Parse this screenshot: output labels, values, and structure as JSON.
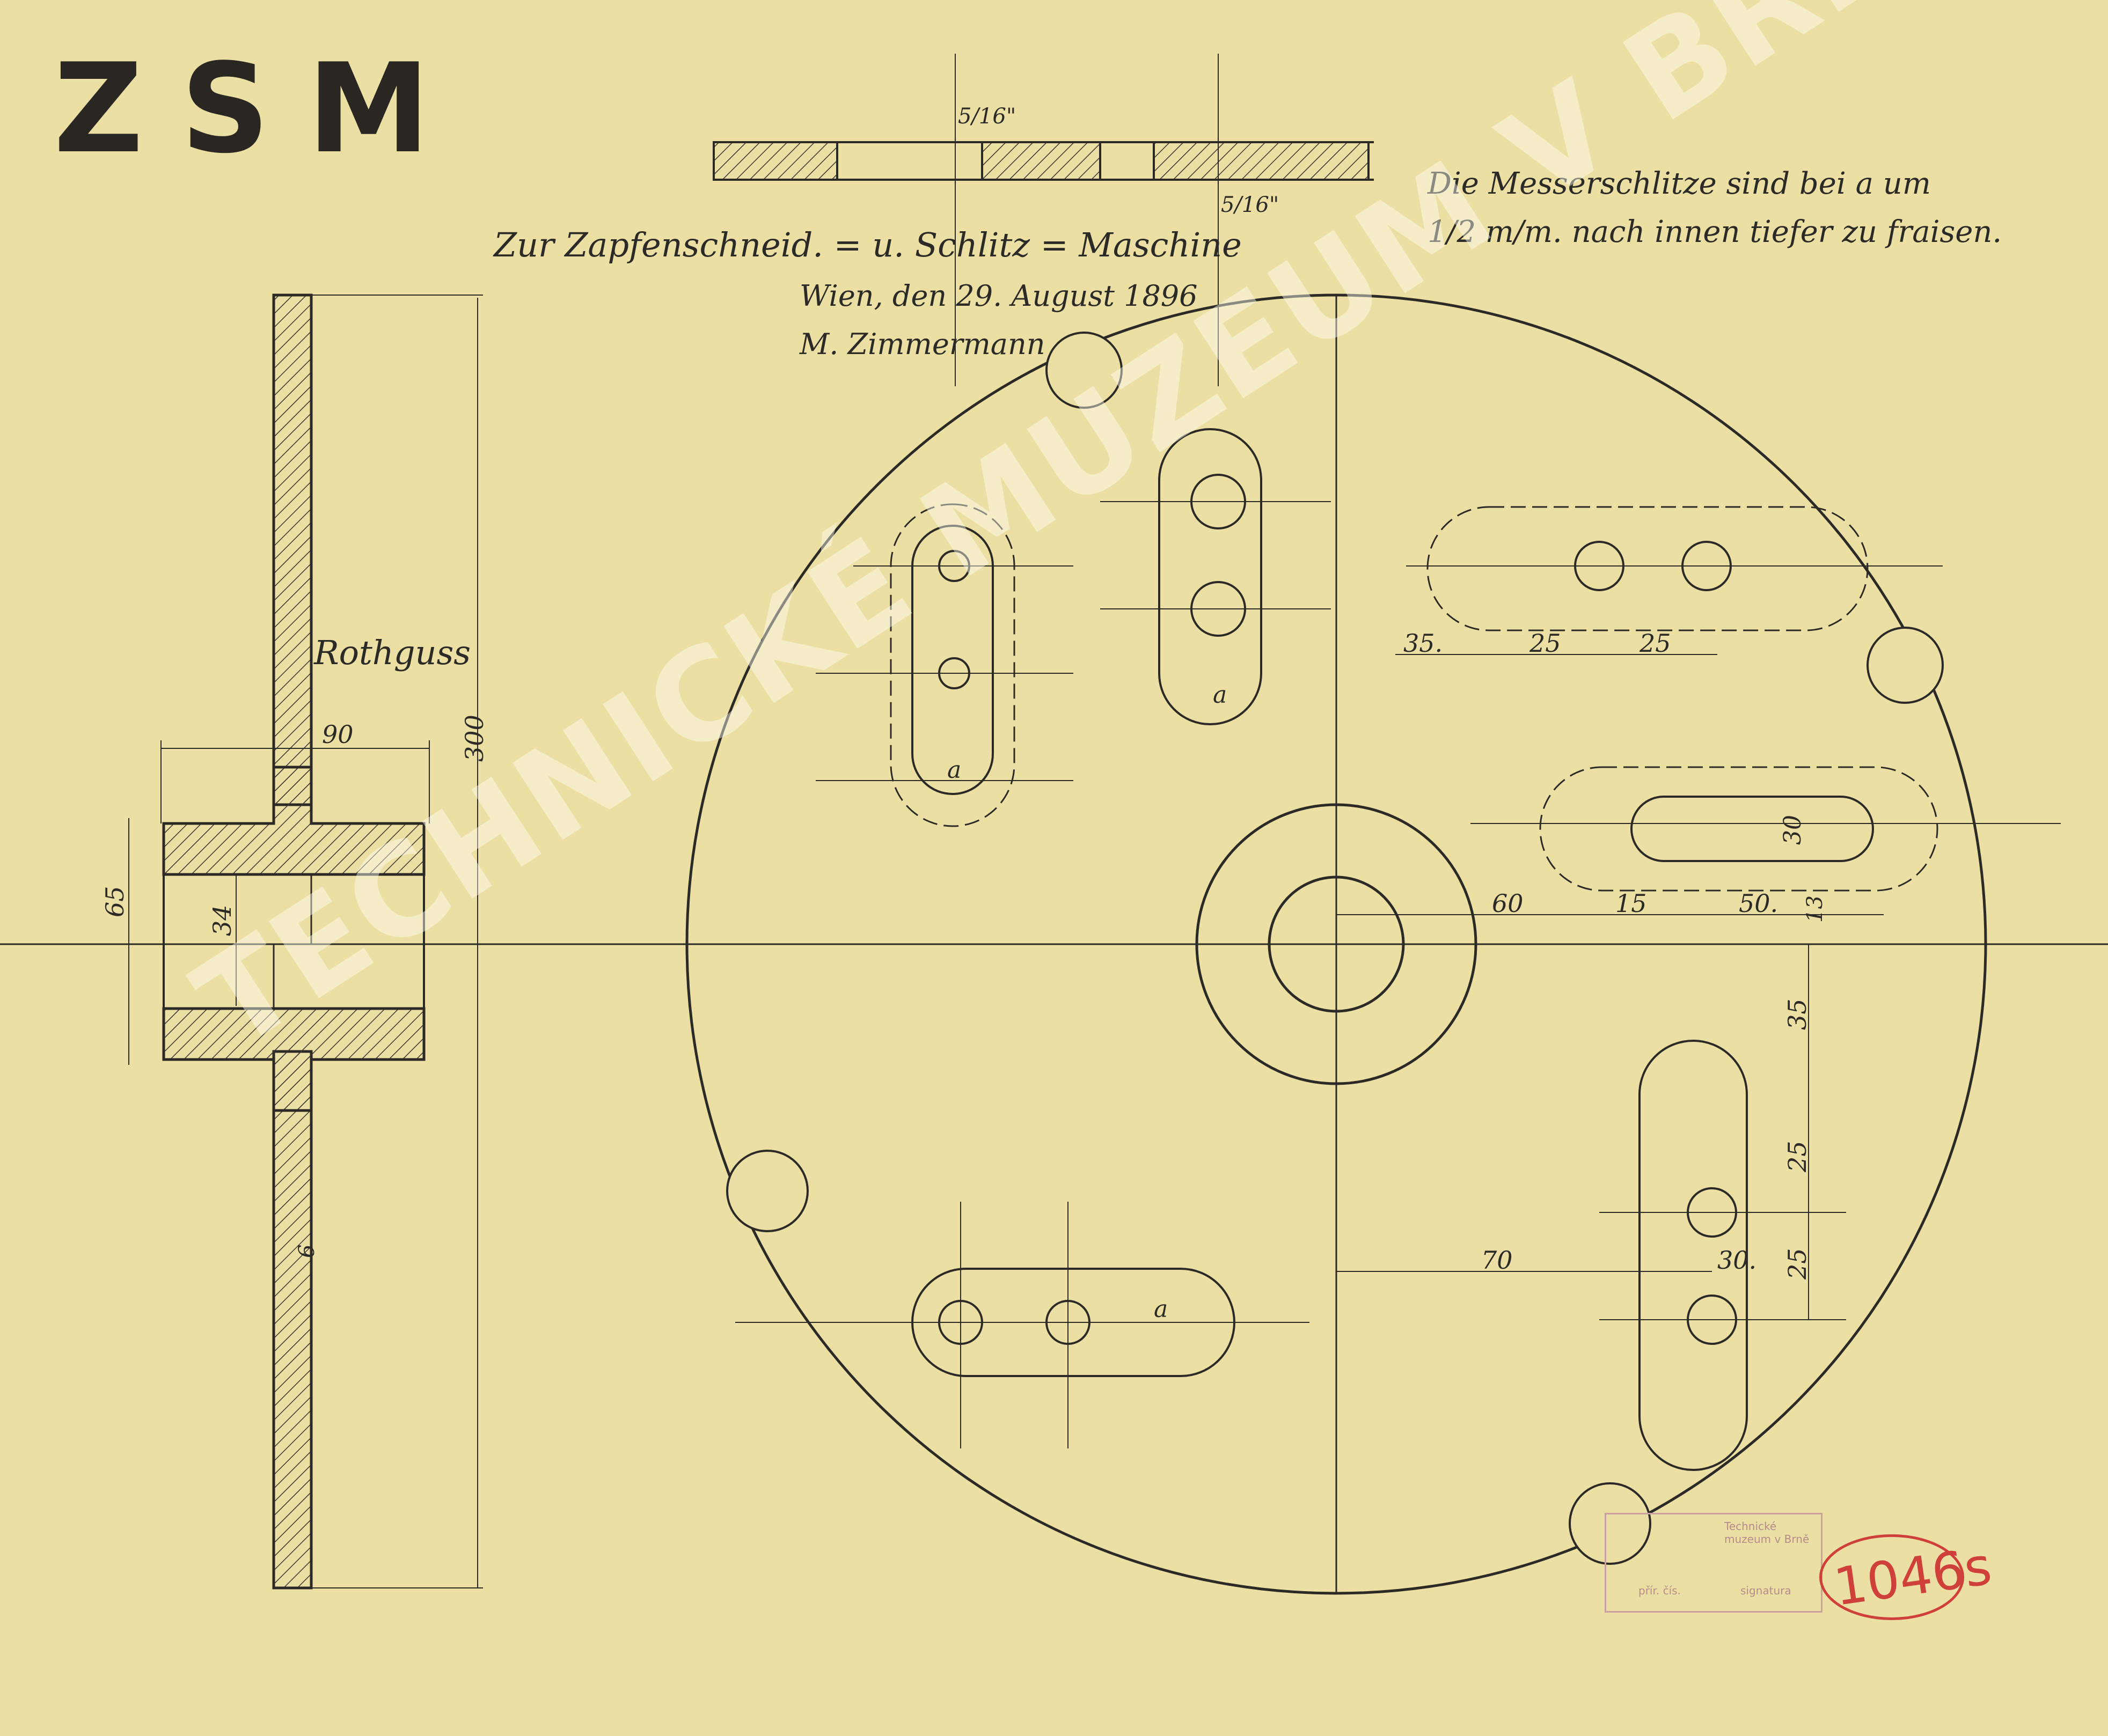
{
  "stamp_logo": "ZSM",
  "title": {
    "line1": "Zur Zapfenschneid. = u. Schlitz = Maschine",
    "line2": "Wien, den 29. August 1896",
    "line3": "M. Zimmermann"
  },
  "note": {
    "line1": "Die Messerschlitze sind bei a um",
    "line2": "1/2 m/m. nach innen tiefer zu fraisen."
  },
  "material_label": "Rothguss",
  "dimensions": {
    "d90": "90",
    "d300": "300",
    "d65": "65",
    "d34": "34",
    "d6": "6",
    "d516_top": "5/16\"",
    "d516_bottom": "5/16\"",
    "d35_left": "35.",
    "d25_a": "25",
    "d25_b": "25",
    "d30_slot": "30",
    "d60": "60",
    "d15": "15",
    "d50": "50.",
    "d13": "13",
    "d35_v": "35",
    "d25_v1": "25",
    "d25_v2": "25",
    "d70": "70",
    "d30": "30.",
    "a1": "a",
    "a2": "a",
    "a3": "a"
  },
  "watermark": "TECHNICKÉ MUZEUM V BRNĚ",
  "archive_stamp": {
    "line1": "Technické muzeum v Brně",
    "line2": "signatura",
    "line3": "přír. čís."
  },
  "inventory_stamp": "1046s",
  "colors": {
    "paper": "#ecdfa4",
    "ink": "#2c2a26",
    "stamp_red": "#d0403a"
  }
}
